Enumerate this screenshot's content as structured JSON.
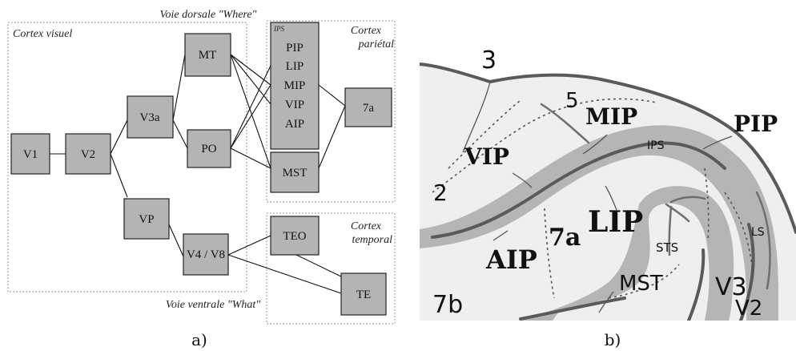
{
  "panel_a": {
    "label": "a)",
    "regions": {
      "visual": "Cortex visuel",
      "parietal_line1": "Cortex",
      "parietal_line2": "pariétal",
      "temporal_line1": "Cortex",
      "temporal_line2": "temporal"
    },
    "pathways": {
      "dorsal": "Voie dorsale \"Where\"",
      "ventral": "Voie ventrale \"What\""
    },
    "ips_tag": "IPS",
    "nodes": {
      "v1": "V1",
      "v2": "V2",
      "v3a": "V3a",
      "mt": "MT",
      "po": "PO",
      "vp": "VP",
      "v4v8": "V4 / V8",
      "pip": "PIP",
      "lip": "LIP",
      "mip": "MIP",
      "vip": "VIP",
      "aip": "AIP",
      "mst": "MST",
      "a7a": "7a",
      "teo": "TEO",
      "te": "TE"
    },
    "edges": [
      [
        "V1",
        "V2"
      ],
      [
        "V2",
        "V3a"
      ],
      [
        "V2",
        "VP"
      ],
      [
        "V3a",
        "MT"
      ],
      [
        "V3a",
        "PO"
      ],
      [
        "MT",
        "MIP"
      ],
      [
        "MT",
        "VIP"
      ],
      [
        "MT",
        "MST"
      ],
      [
        "PO",
        "LIP"
      ],
      [
        "PO",
        "MIP"
      ],
      [
        "PO",
        "MST"
      ],
      [
        "MIP",
        "7a"
      ],
      [
        "MST",
        "7a"
      ],
      [
        "VP",
        "V4 / V8"
      ],
      [
        "V4 / V8",
        "TEO"
      ],
      [
        "V4 / V8",
        "TE"
      ],
      [
        "TEO",
        "TE"
      ]
    ]
  },
  "panel_b": {
    "label": "b)",
    "areas": {
      "n3": "3",
      "n5": "5",
      "n2": "2",
      "mip": "MIP",
      "pip": "PIP",
      "vip": "VIP",
      "ips": "IPS",
      "lip": "LIP",
      "a7a": "7a",
      "aip": "AIP",
      "sts": "STS",
      "ls": "LS",
      "v3": "V3",
      "mst": "MST",
      "a7b": "7b",
      "v2": "V2"
    },
    "colors": {
      "cortex_band": "#b5b5b5",
      "background": "#efefef",
      "fold_line": "#5a5a5a"
    }
  }
}
